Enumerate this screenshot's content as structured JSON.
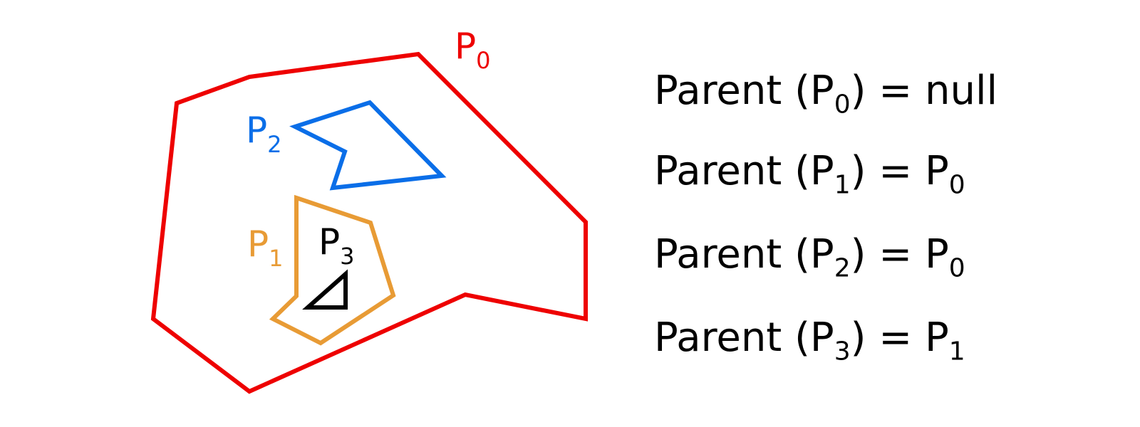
{
  "colors": {
    "p0": "#ee0000",
    "p1": "#e89b35",
    "p2": "#0a6ee8",
    "p3": "#000000",
    "text": "#000000",
    "background": "#ffffff"
  },
  "polygons": [
    {
      "id": "p0",
      "letter": "P",
      "index": "0"
    },
    {
      "id": "p1",
      "letter": "P",
      "index": "1"
    },
    {
      "id": "p2",
      "letter": "P",
      "index": "2"
    },
    {
      "id": "p3",
      "letter": "P",
      "index": "3"
    }
  ],
  "relations": [
    {
      "prefix": "Parent (",
      "arg_letter": "P",
      "arg_index": "0",
      "eq": ") = ",
      "value_letter": "null",
      "value_index": ""
    },
    {
      "prefix": "Parent (",
      "arg_letter": "P",
      "arg_index": "1",
      "eq": ") = ",
      "value_letter": "P",
      "value_index": "0"
    },
    {
      "prefix": "Parent (",
      "arg_letter": "P",
      "arg_index": "2",
      "eq": ") = ",
      "value_letter": "P",
      "value_index": "0"
    },
    {
      "prefix": "Parent (",
      "arg_letter": "P",
      "arg_index": "3",
      "eq": ") = ",
      "value_letter": "P",
      "value_index": "1"
    }
  ]
}
